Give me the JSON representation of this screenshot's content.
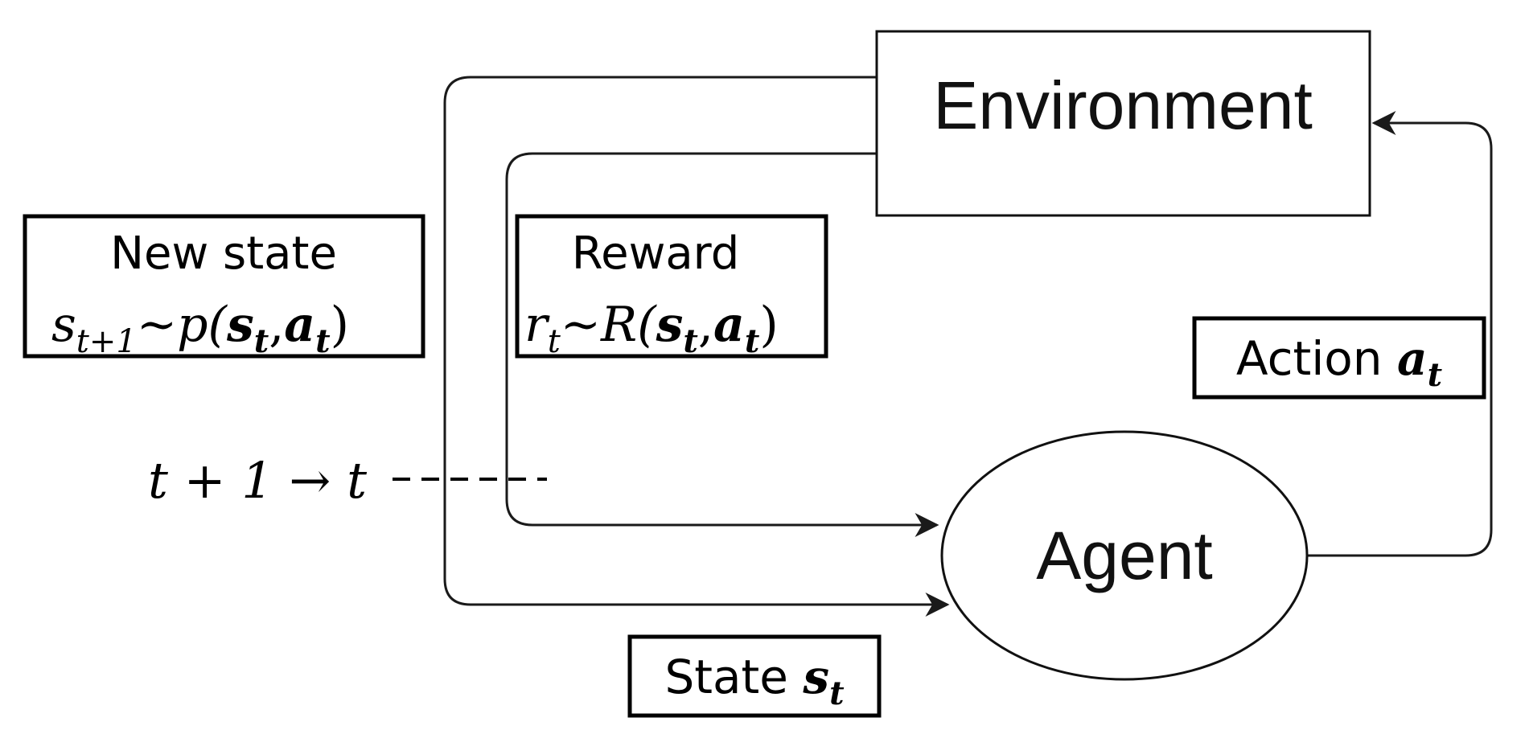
{
  "environment": {
    "label": "Environment"
  },
  "agent": {
    "label": "Agent"
  },
  "new_state": {
    "title": "New state",
    "s": "s",
    "sub": "t+1",
    "tilde_p": "~p(",
    "bold_s": "s",
    "bold_s_sub": "t",
    "comma": ",",
    "bold_a": "a",
    "bold_a_sub": "t",
    "close": ")"
  },
  "reward": {
    "title": "Reward",
    "r": "r",
    "r_sub": "t",
    "tilde_R": "~R(",
    "bold_s": "s",
    "bold_s_sub": "t",
    "comma": ",",
    "bold_a": "a",
    "bold_a_sub": "t",
    "close": ")"
  },
  "action": {
    "text": "Action ",
    "bold_a": "a",
    "bold_a_sub": "t"
  },
  "state": {
    "text": "State ",
    "bold_s": "s",
    "bold_s_sub": "t"
  },
  "time_step": {
    "text": "t + 1 → t"
  },
  "colors": {
    "stroke": "#000000",
    "connector": "#1a1a1a"
  }
}
